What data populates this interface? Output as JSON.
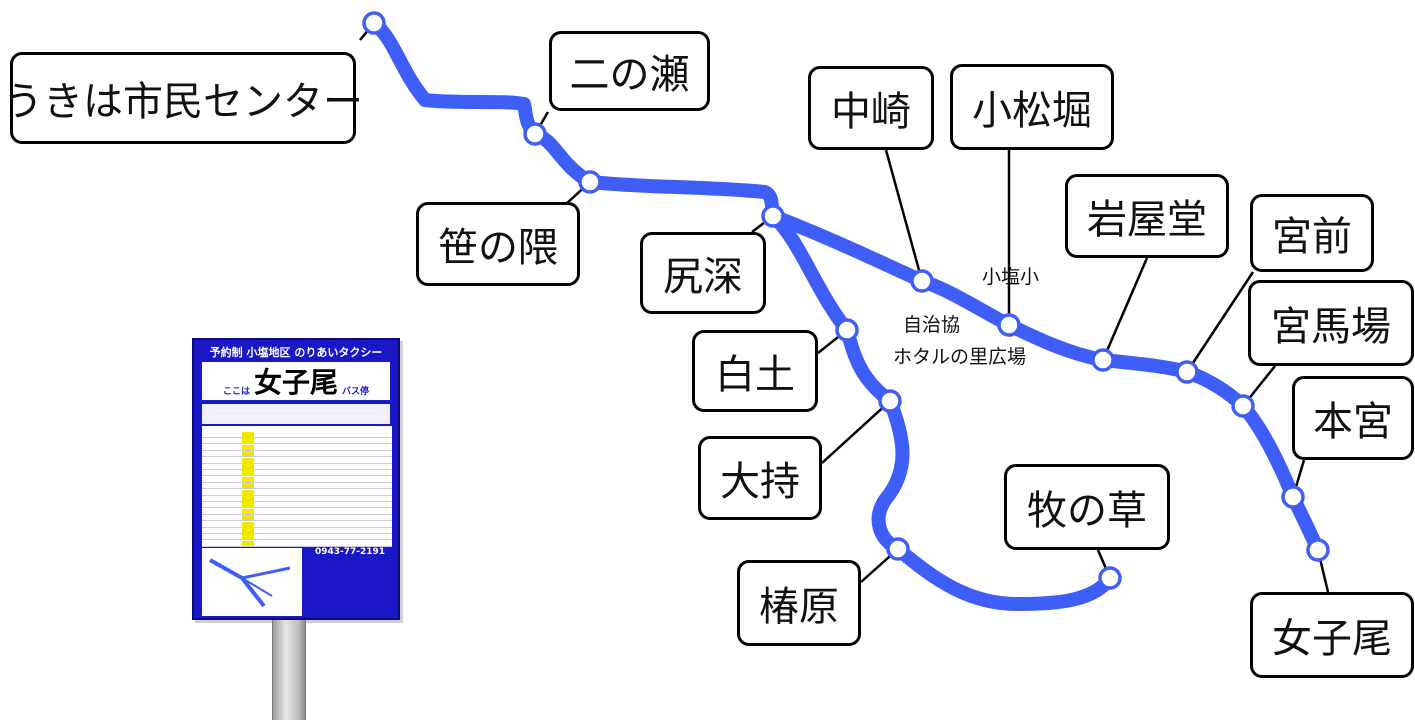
{
  "colors": {
    "route": "#3f5ef7",
    "leader": "#000000",
    "sign_blue": "#1a17c6",
    "sign_yellow": "#f7e600"
  },
  "stations": [
    {
      "key": "ukiha",
      "label": "うきは市民センター",
      "boxed": true
    },
    {
      "key": "ninose",
      "label": "二の瀬",
      "boxed": true
    },
    {
      "key": "sasanokuma",
      "label": "笹の隈",
      "boxed": true
    },
    {
      "key": "shiribuka",
      "label": "尻深",
      "boxed": true
    },
    {
      "key": "nakazaki",
      "label": "中崎",
      "boxed": true
    },
    {
      "key": "komatsubori",
      "label": "小松堀",
      "boxed": true
    },
    {
      "key": "iwayado",
      "label": "岩屋堂",
      "boxed": true
    },
    {
      "key": "miyamae",
      "label": "宮前",
      "boxed": true
    },
    {
      "key": "miyababa",
      "label": "宮馬場",
      "boxed": true
    },
    {
      "key": "hongu",
      "label": "本宮",
      "boxed": true
    },
    {
      "key": "megoo",
      "label": "女子尾",
      "boxed": true
    },
    {
      "key": "shiratsuchi",
      "label": "白土",
      "boxed": true
    },
    {
      "key": "omochi",
      "label": "大持",
      "boxed": true
    },
    {
      "key": "kunugihara",
      "label": "椿原",
      "boxed": true
    },
    {
      "key": "makinokusa",
      "label": "牧の草",
      "boxed": true
    },
    {
      "key": "koshiosho",
      "label": "小塩小",
      "boxed": false
    },
    {
      "key": "jichikyo",
      "label": "自治協",
      "boxed": false
    },
    {
      "key": "hotaru",
      "label": "ホタルの里広場",
      "boxed": false
    }
  ],
  "sign": {
    "header": "予約制 小塩地区 のりあいタクシー",
    "prefix": "ここは",
    "stop_name": "女子尾",
    "suffix": "バス停",
    "phone": "0943-77-2191"
  }
}
